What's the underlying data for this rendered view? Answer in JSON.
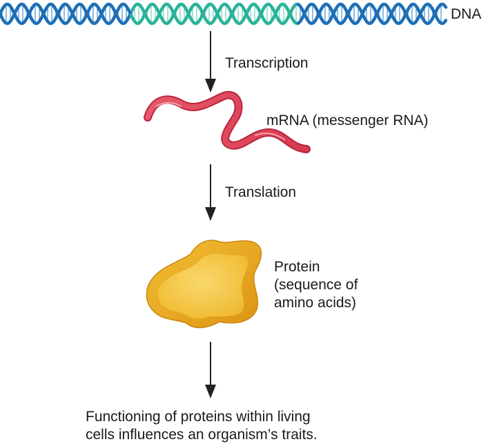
{
  "diagram": {
    "dna_label": "DNA",
    "transcription_label": "Transcription",
    "mrna_label": "mRNA (messenger RNA)",
    "translation_label": "Translation",
    "protein_label": "Protein\n(sequence of\namino acids)",
    "result_label": "Functioning of proteins within living\ncells influences an organism’s traits."
  },
  "colors": {
    "dna_blue": "#1f6fb5",
    "dna_blue_light": "#5aa3dc",
    "dna_teal": "#2bb39a",
    "dna_teal_light": "#7fd8c4",
    "mrna_red": "#e0475a",
    "mrna_dark": "#b02035",
    "protein_outer": "#e9a81c",
    "protein_inner": "#f8d25a",
    "arrow": "#222222"
  }
}
